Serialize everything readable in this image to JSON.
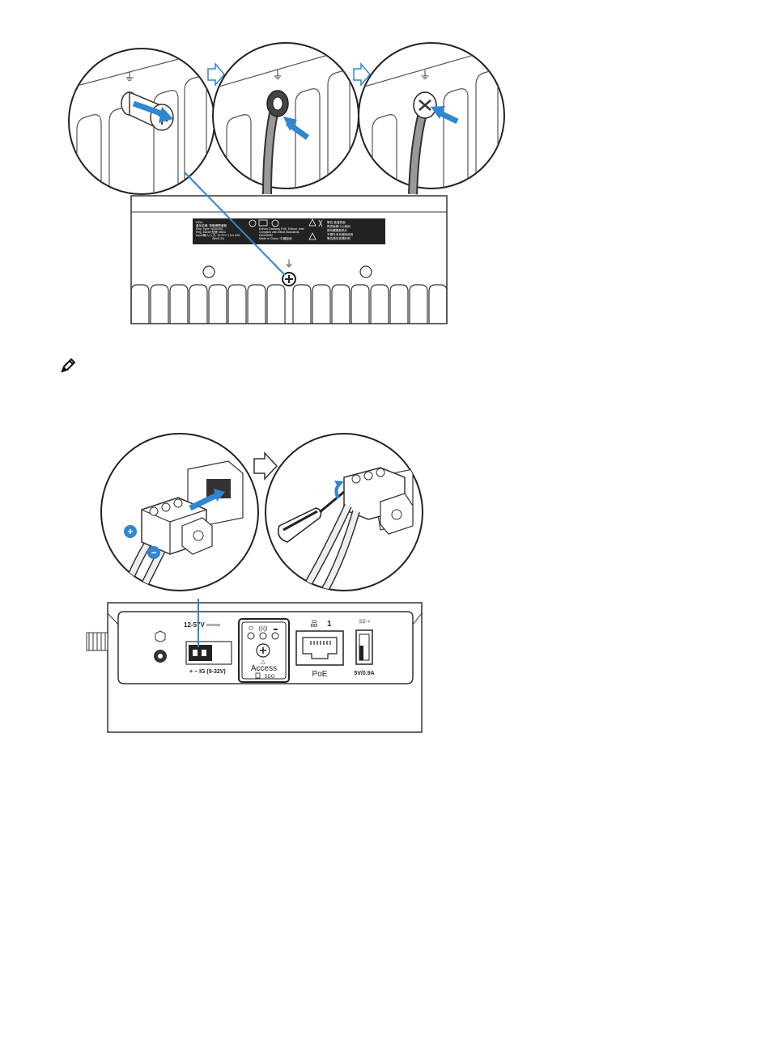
{
  "top_figure": {
    "label_box": {
      "lines_left": [
        "DELL",
        "產品名稱: 物聯網閘道器",
        "Reg. Type: N03G001",
        "Reg. Model 型號: IBDC",
        "Input/輸入/入力: 12-57V 1.5-0.32A",
        "48V/0.3A",
        "Made in China / 中國製造"
      ],
      "lines_mid": [
        "Edison Gateway PoE, Edison, Intel",
        "Complies with IMDA Standards",
        "DA105282",
        "Made in China / 中國製造"
      ],
      "lines_right": [
        "警告 高溫表面",
        "熱表面請小心使用",
        "請勿觸摸散熱片",
        "不要在未安裝時使用",
        "警告請勿拆開外殼"
      ]
    },
    "ground_symbol": "⏚"
  },
  "note": {
    "icon": "pencil-note-icon"
  },
  "bottom_figure": {
    "power_label": "12-57V ═══",
    "power_terminal_label": "+    −  IG (9-32V)",
    "access_label": "Access",
    "sdg_label": "SDG",
    "lan_number": "1",
    "poe_label": "PoE",
    "usb_rating": "5V/0.9A",
    "usb_symbol": "SS⇢",
    "plus_symbol": "+",
    "minus_symbol": "−"
  },
  "colors": {
    "accent_arrow": "#2f86d1",
    "line_art": "#2b2b2b"
  }
}
